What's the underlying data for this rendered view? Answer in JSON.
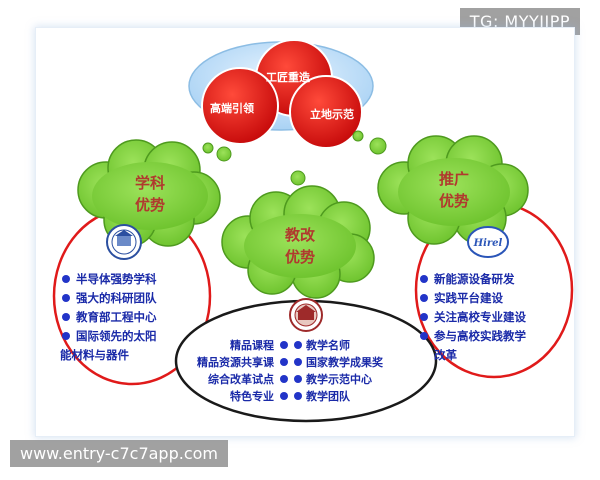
{
  "watermarks": {
    "top": "TG: MYYJJPP",
    "bottom": "www.entry-c7c7app.com"
  },
  "top_cluster": {
    "labels": [
      "工匠重造",
      "高端引领",
      "立地示范"
    ]
  },
  "clouds": {
    "left": [
      "学科",
      "优势"
    ],
    "center": [
      "教改",
      "优势"
    ],
    "right": [
      "推广",
      "优势"
    ]
  },
  "left_panel": {
    "items": [
      "半导体强势学科",
      "强大的科研团队",
      "教育部工程中心",
      "国际领先的太阳",
      "能材料与器件"
    ]
  },
  "right_panel": {
    "logo_text": "Hirel",
    "items": [
      "新能源设备研发",
      "实践平台建设",
      "关注高校专业建设",
      "参与高校实践教学",
      "改革"
    ]
  },
  "center_panel": {
    "left_items": [
      "精品课程",
      "精品资源共享课",
      "综合改革试点",
      "特色专业"
    ],
    "right_items": [
      "教学名师",
      "国家教学成果奖",
      "教学示范中心",
      "教学团队"
    ]
  },
  "colors": {
    "cloud": "#7ed23a",
    "cloud_edge": "#4e9a1e",
    "red_circle": "#e01a1a",
    "ellipse_edge": "#d22b2b",
    "bullet": "#2234c8",
    "item_text": "#1a2aa8",
    "cloud_text": "#b03a2e"
  }
}
